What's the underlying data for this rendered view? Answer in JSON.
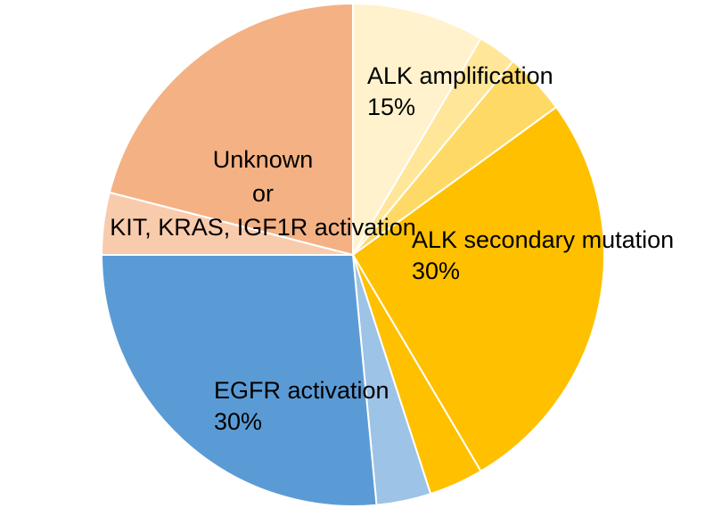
{
  "chart_data": {
    "type": "pie",
    "title": "",
    "start_angle_deg": 0,
    "direction": "clockwise",
    "slices": [
      {
        "key": "alk-amp",
        "label": "ALK amplification",
        "value_label": "15%",
        "value": 15,
        "portions": [
          8.5,
          2.5,
          4.0
        ],
        "colors": [
          "#FFF2CC",
          "#FFE699",
          "#FFD966"
        ]
      },
      {
        "key": "alk-sec",
        "label": "ALK secondary mutation",
        "value_label": "30%",
        "value": 30,
        "portions": [
          26.5,
          3.5
        ],
        "colors": [
          "#FFC000",
          "#FFC000"
        ]
      },
      {
        "key": "egfr",
        "label": "EGFR activation",
        "value_label": "30%",
        "value": 30,
        "portions": [
          3.5,
          26.5
        ],
        "colors": [
          "#9DC3E6",
          "#5B9BD5"
        ]
      },
      {
        "key": "unknown",
        "label": "Unknown\nor\nKIT, KRAS, IGF1R activation",
        "value_label": "",
        "value": 25,
        "portions": [
          4.0,
          21.0
        ],
        "colors": [
          "#F8CBAD",
          "#F4B183"
        ]
      }
    ]
  }
}
